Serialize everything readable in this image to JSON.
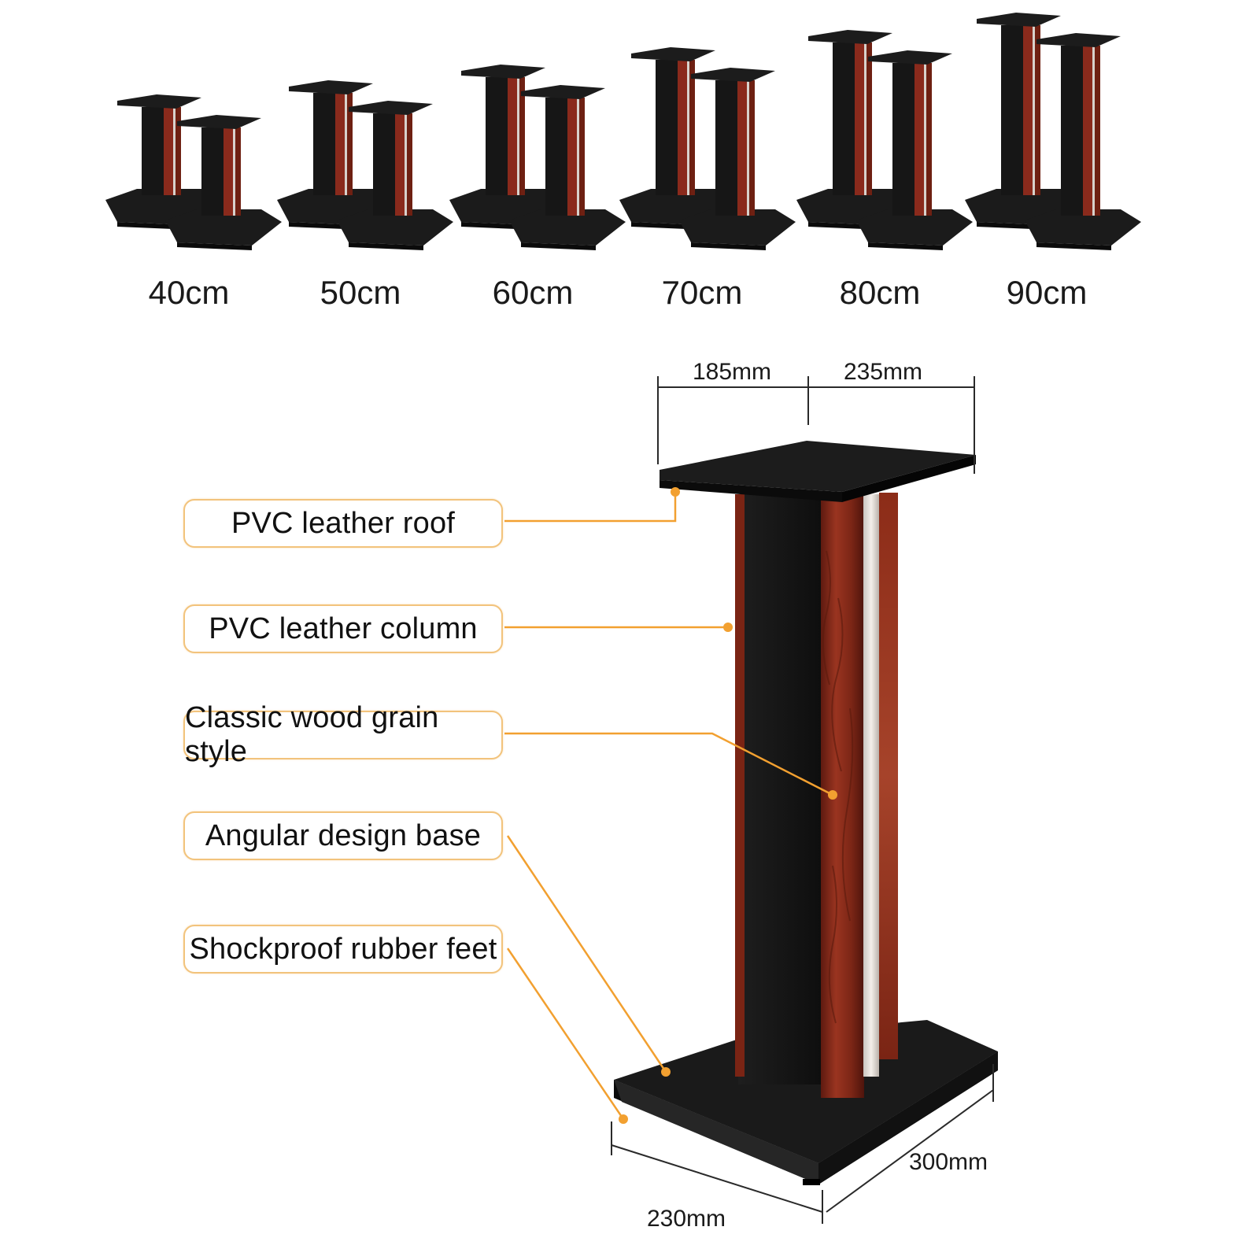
{
  "sizes": [
    "40cm",
    "50cm",
    "60cm",
    "70cm",
    "80cm",
    "90cm"
  ],
  "callouts": [
    "PVC leather roof",
    "PVC leather column",
    "Classic wood grain style",
    "Angular design base",
    "Shockproof rubber feet"
  ],
  "dimensions": {
    "top_depth": "185mm",
    "top_width": "235mm",
    "base_width": "230mm",
    "base_depth": "300mm"
  },
  "colors": {
    "accent": "#f2a030",
    "callout_border": "#f2c37c",
    "stand_black": "#161616",
    "wood": "#8a2a1c"
  }
}
